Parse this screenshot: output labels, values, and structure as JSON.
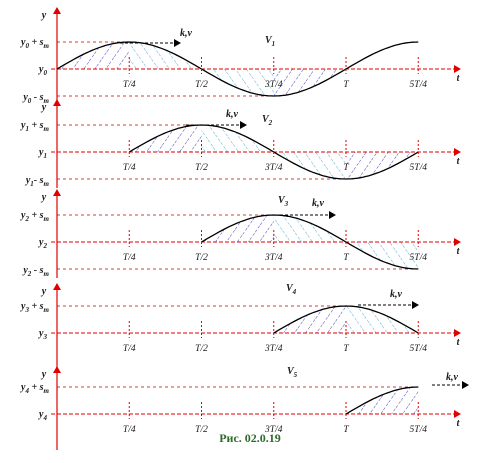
{
  "caption": "Рис. 02.0.19",
  "colors": {
    "axis": "#e00000",
    "curve": "#000000",
    "dash": "#c00000",
    "hatch_blue": "#3030c0",
    "hatch_cyan": "#40a8d8",
    "caption": "#2d6b2d"
  },
  "axis_labels": {
    "y": "y",
    "t": "t"
  },
  "arrow_label": "k,v",
  "panels": [
    {
      "id": "p1",
      "title": "V1",
      "y_label": "y0",
      "y_high": "y0 + sm",
      "y_low": "y0 - sm",
      "ticks": [
        "T/4",
        "T/2",
        "3T/4",
        "T",
        "5T/4"
      ]
    },
    {
      "id": "p2",
      "title": "V2",
      "y_label": "y1",
      "y_high": "y1 + sm",
      "y_low": "y1- sm",
      "ticks": [
        "T/4",
        "T/2",
        "3T/4",
        "T",
        "5T/4"
      ]
    },
    {
      "id": "p3",
      "title": "V3",
      "y_label": "y2",
      "y_high": "y2 + sm",
      "y_low": "y2 - sm",
      "ticks": [
        "T/4",
        "T/2",
        "3T/4",
        "T",
        "5T/4"
      ]
    },
    {
      "id": "p4",
      "title": "V4",
      "y_label": "y3",
      "y_high": "y3 + sm",
      "y_low": "",
      "ticks": [
        "T/4",
        "T/2",
        "3T/4",
        "T",
        "5T/4"
      ]
    },
    {
      "id": "p5",
      "title": "V5",
      "y_label": "y4",
      "y_high": "y4 + sm",
      "y_low": "",
      "ticks": [
        "T/4",
        "T/2",
        "3T/4",
        "T",
        "5T/4"
      ]
    }
  ]
}
